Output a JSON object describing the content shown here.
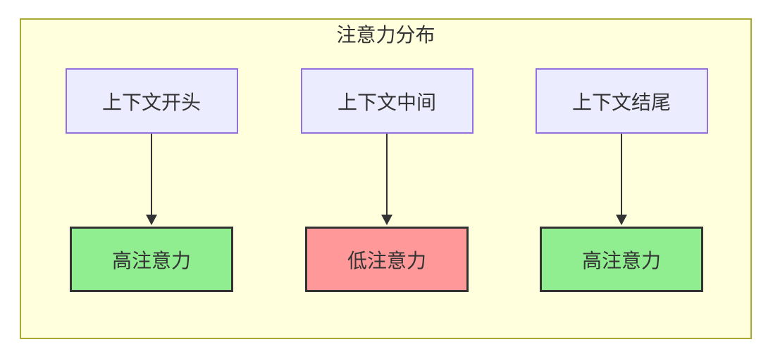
{
  "diagram": {
    "title": "注意力分布",
    "columns": [
      {
        "source": "上下文开头",
        "target": "高注意力",
        "level": "high"
      },
      {
        "source": "上下文中间",
        "target": "低注意力",
        "level": "low"
      },
      {
        "source": "上下文结尾",
        "target": "高注意力",
        "level": "high"
      }
    ],
    "colors": {
      "canvas_fill": "#ffffde",
      "canvas_border": "#aaaa33",
      "source_fill": "#ececff",
      "source_border": "#9370db",
      "high_fill": "#90ee90",
      "low_fill": "#ff9999",
      "target_border": "#333333",
      "arrow": "#333333",
      "text": "#333333"
    }
  }
}
